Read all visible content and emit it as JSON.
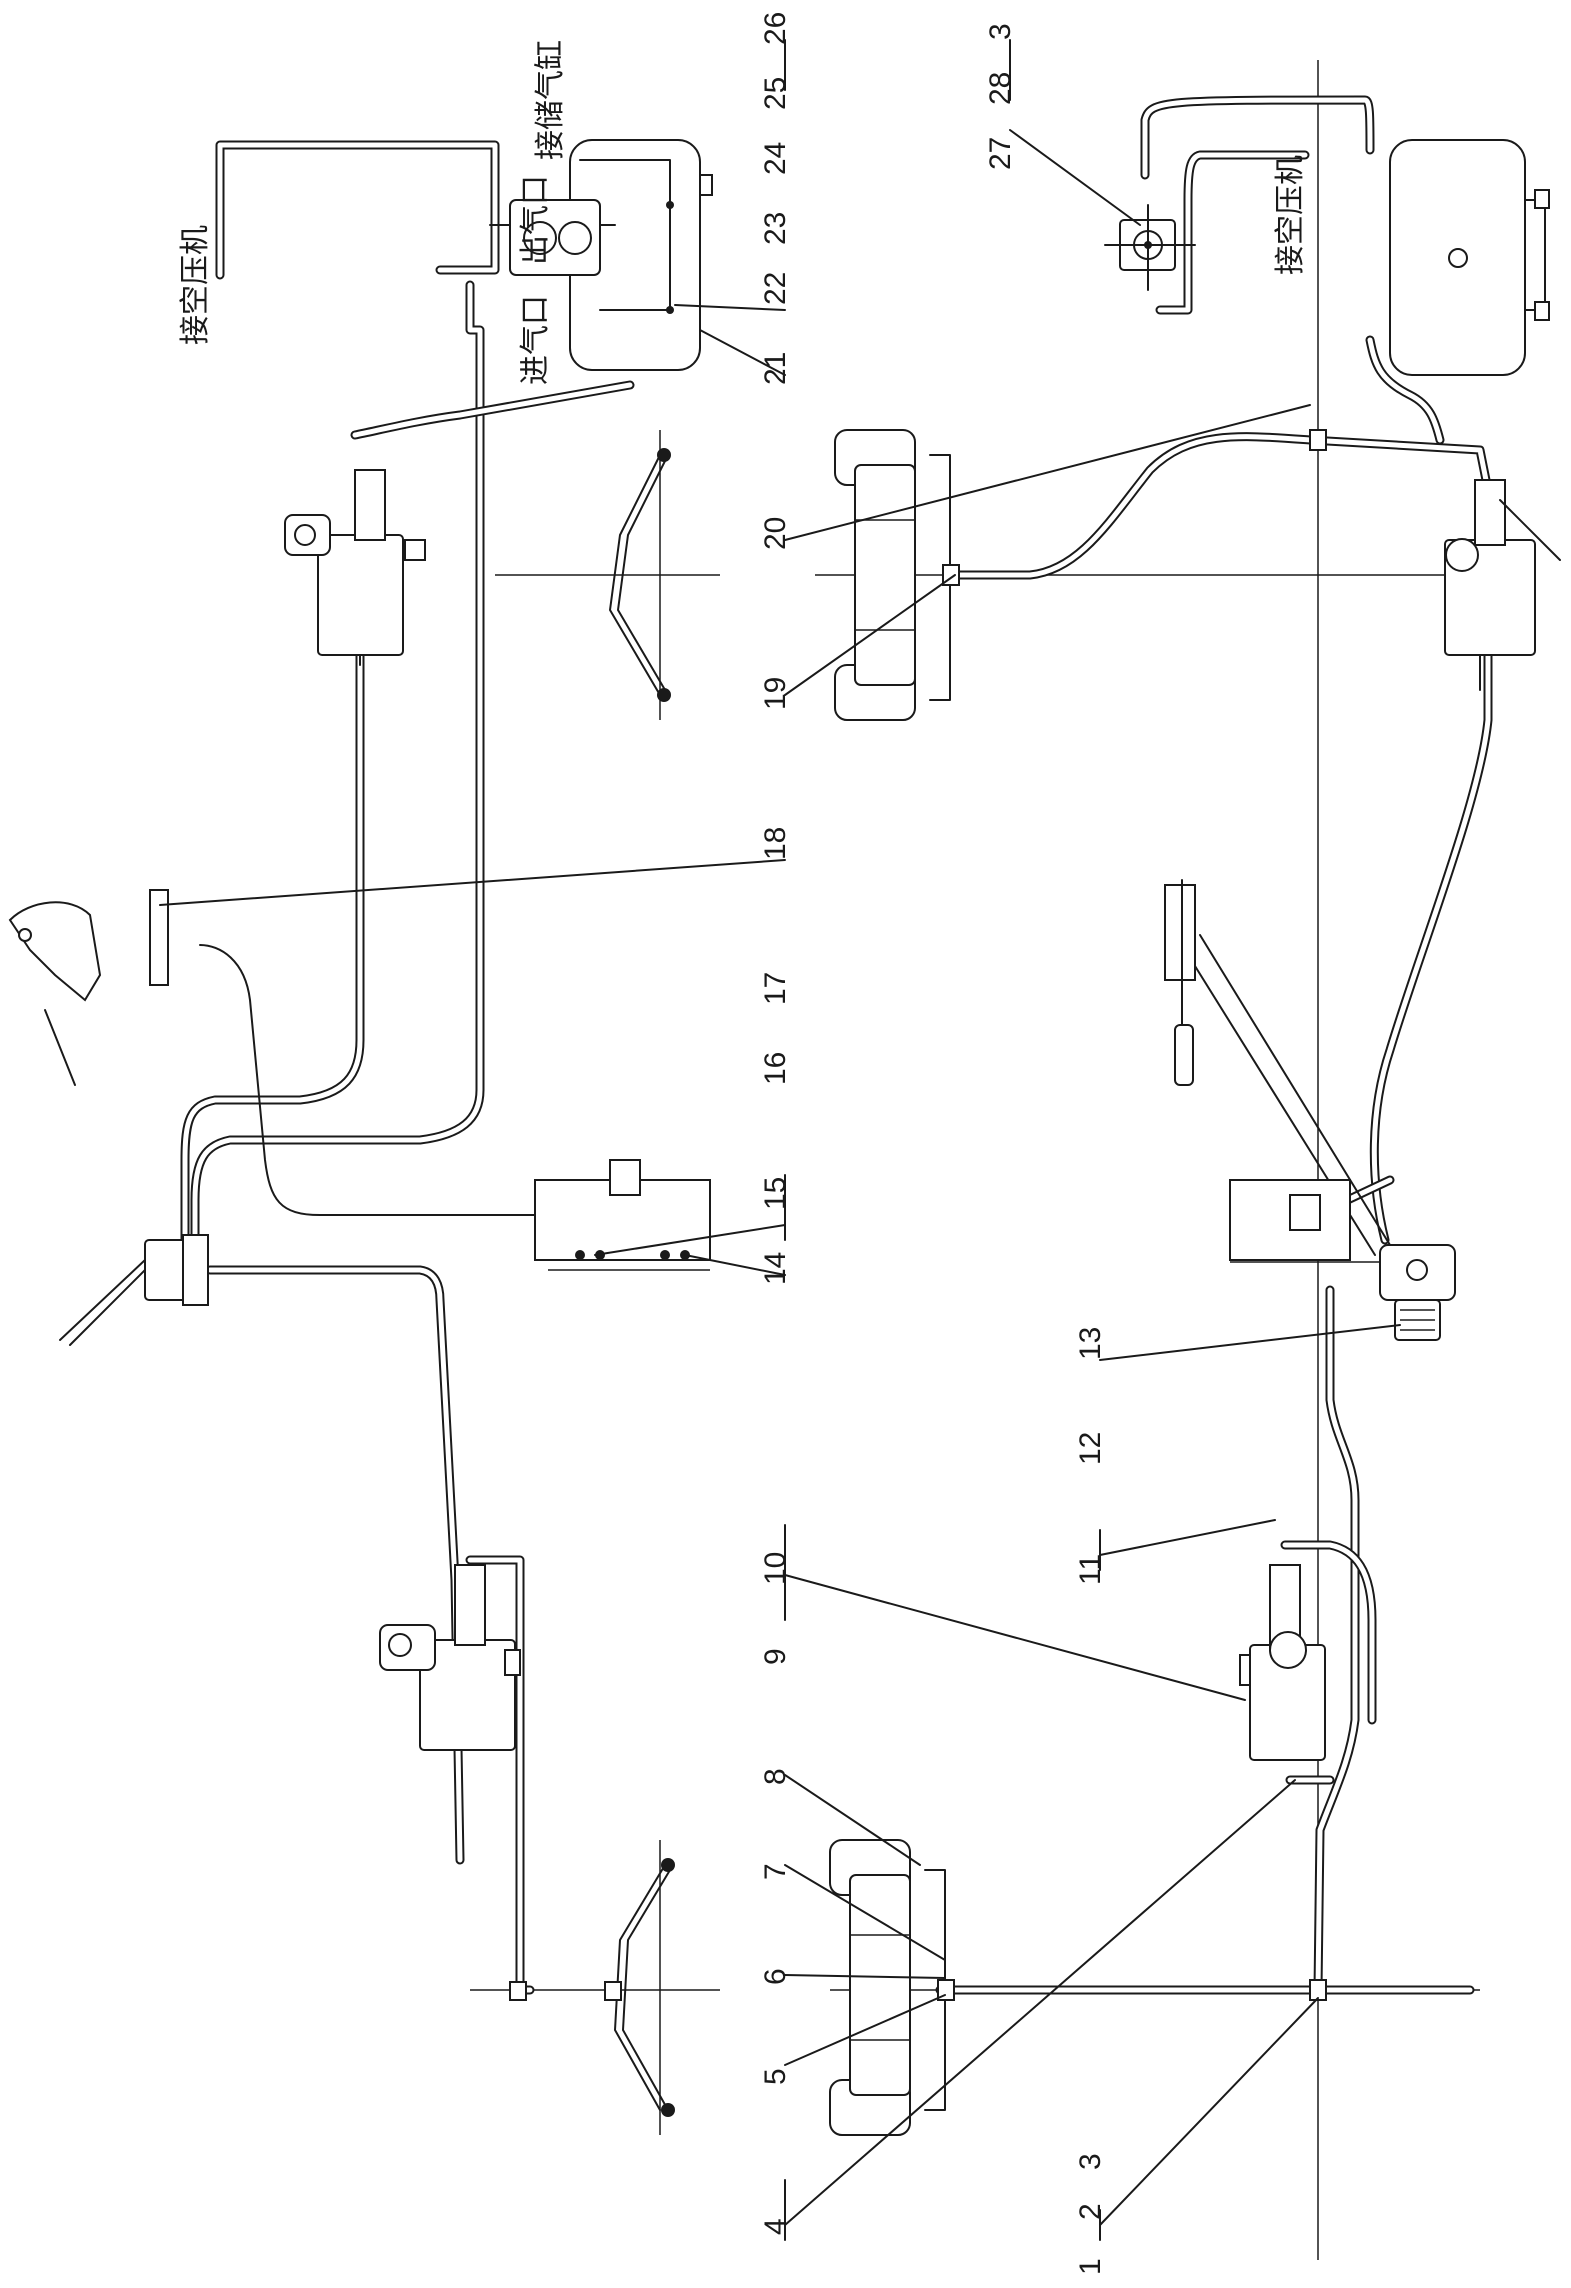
{
  "labels": {
    "l1": "1",
    "l2": "2",
    "l3a": "3",
    "l3b": "3",
    "l4": "4",
    "l5": "5",
    "l6": "6",
    "l7": "7",
    "l8": "8",
    "l9": "9",
    "l10": "10",
    "l11": "11",
    "l12": "12",
    "l13": "13",
    "l14": "14",
    "l15": "15",
    "l16": "16",
    "l17": "17",
    "l18": "18",
    "l19": "19",
    "l20": "20",
    "l21": "21",
    "l22": "22",
    "l23": "23",
    "l24": "24",
    "l25": "25",
    "l26": "26",
    "l27": "27",
    "l28": "28"
  },
  "annotations": {
    "compressor_left": "接空压机",
    "compressor_right": "接空压机",
    "air_tank": "接储气缸",
    "inlet": "进气口",
    "outlet": "出气口"
  }
}
